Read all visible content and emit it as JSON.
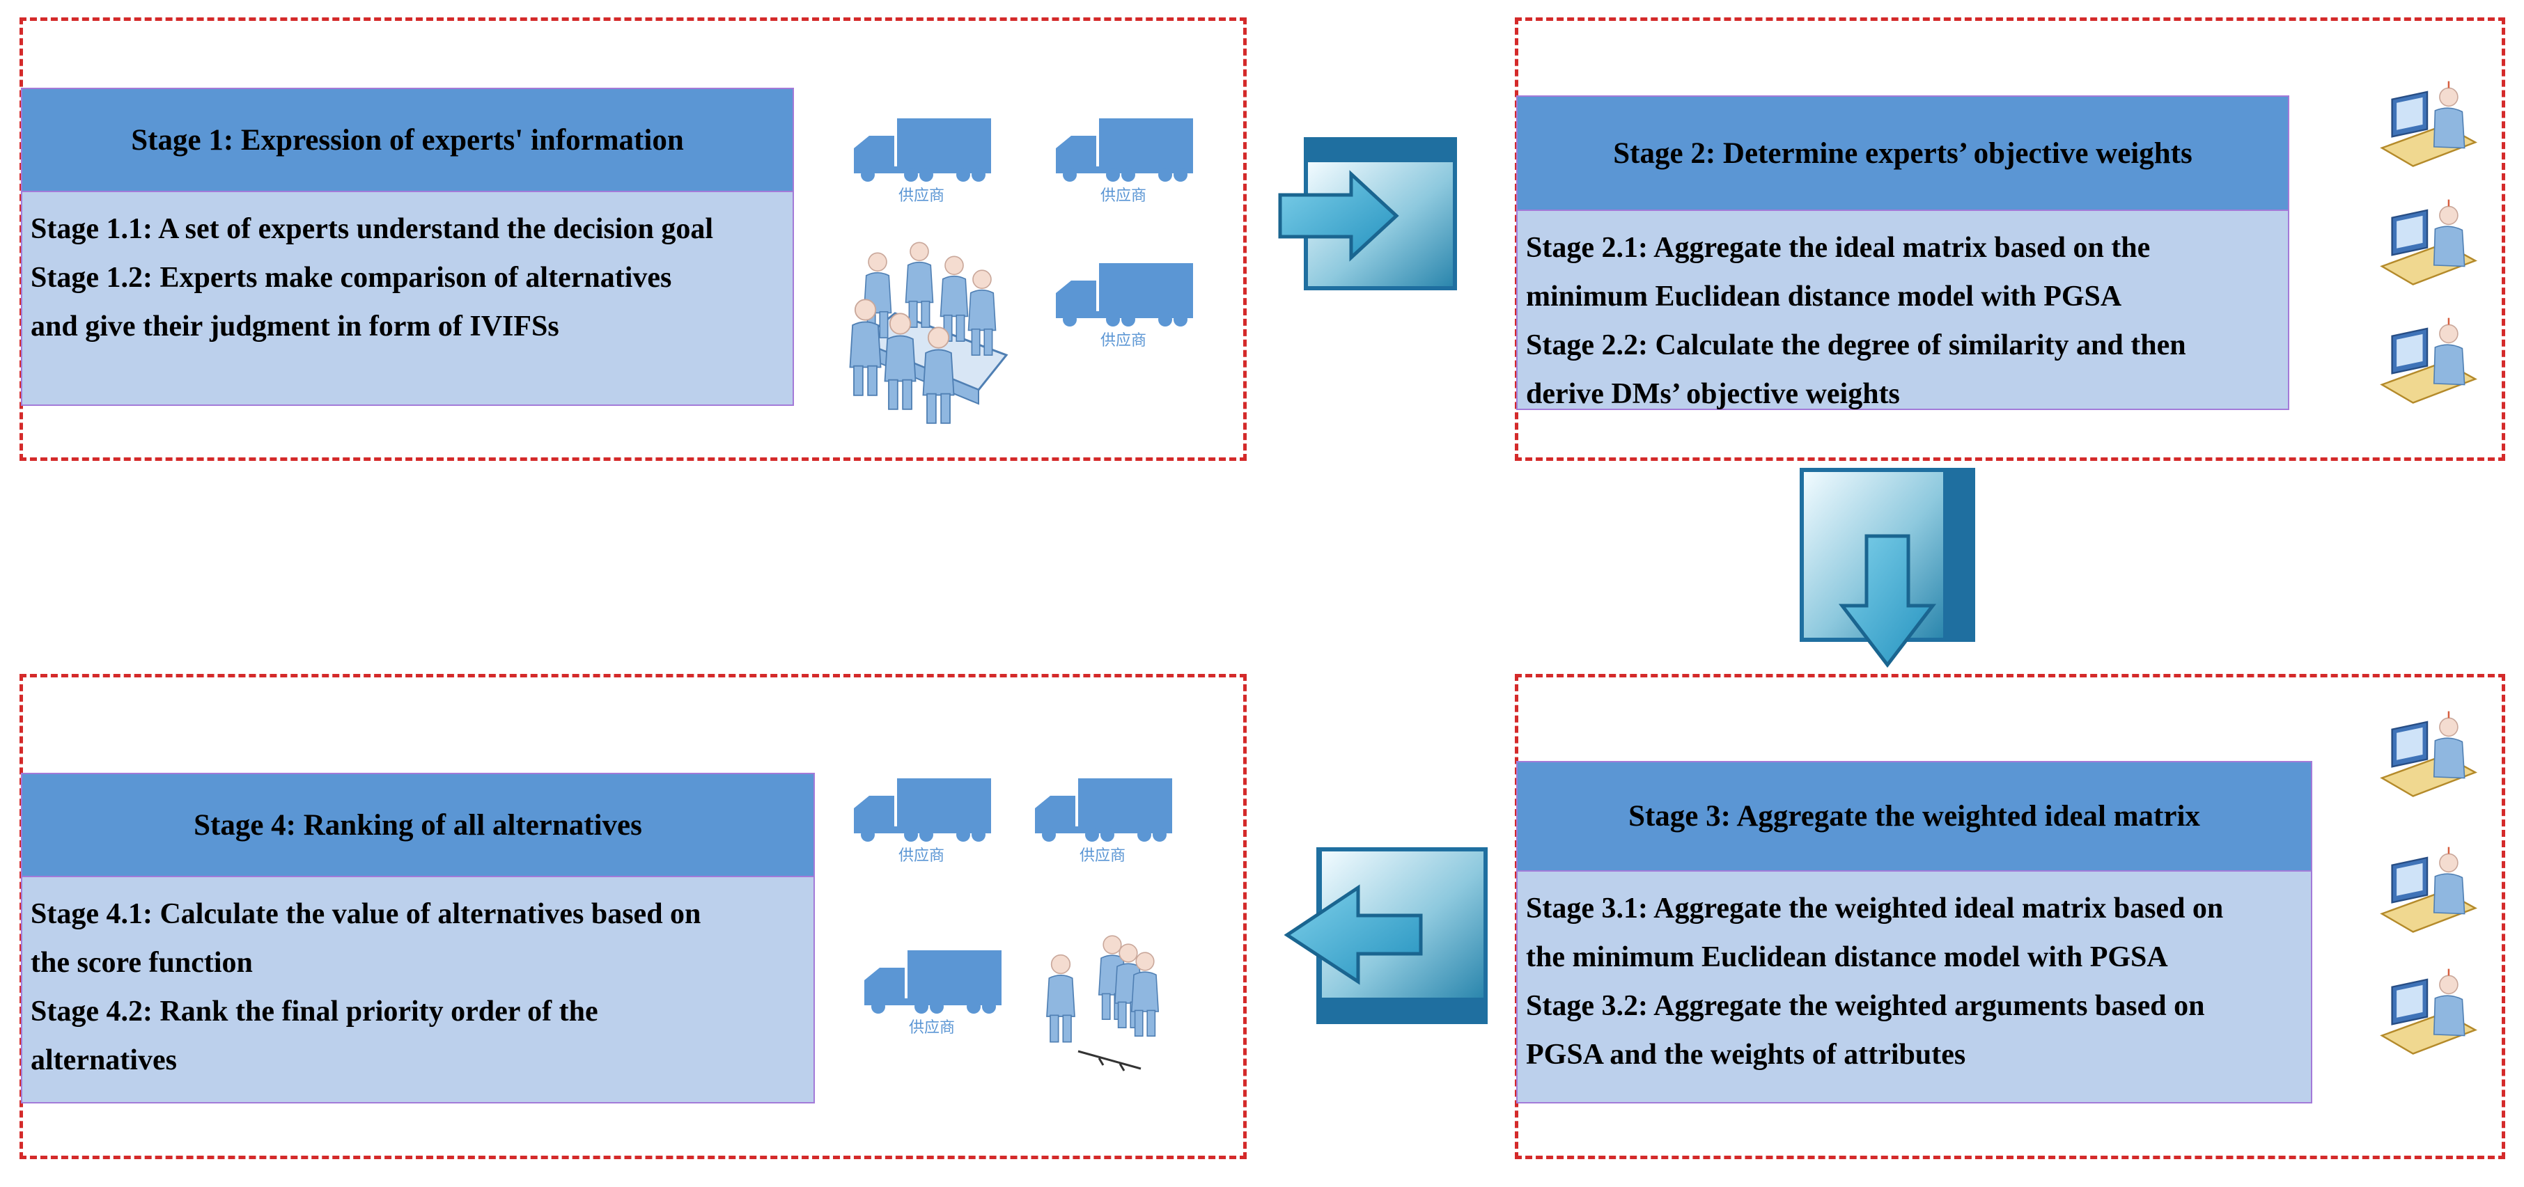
{
  "colors": {
    "frame_border": "#d42a2a",
    "header_bg": "#5b96d4",
    "body_bg": "#bcd0ec",
    "box_border": "#a37ad8",
    "arrow_fill": "#3aa6c9",
    "arrow_panel": "#1f6fa0"
  },
  "stages": [
    {
      "title": "Stage 1: Expression of experts' information",
      "lines": [
        "Stage 1.1: A set of experts understand the decision goal",
        "Stage 1.2: Experts make comparison of alternatives",
        "and give their judgment in form of IVIFSs"
      ]
    },
    {
      "title": "Stage 2: Determine experts’ objective weights",
      "lines": [
        "Stage 2.1: Aggregate the ideal matrix based on the",
        "minimum Euclidean distance model with PGSA",
        "Stage 2.2: Calculate the degree of similarity and then",
        "derive DMs’ objective weights"
      ]
    },
    {
      "title": "Stage 3: Aggregate the weighted ideal matrix",
      "lines": [
        "Stage 3.1: Aggregate the weighted ideal matrix based on",
        "the minimum Euclidean distance model with PGSA",
        "Stage 3.2: Aggregate the weighted arguments based on",
        "PGSA and the weights of attributes"
      ]
    },
    {
      "title": "Stage 4: Ranking of all alternatives",
      "lines": [
        "Stage 4.1: Calculate the value of alternatives based on",
        "the score function",
        "Stage 4.2: Rank the final priority order of the",
        "alternatives"
      ]
    }
  ],
  "icons": {
    "truck": "truck-icon",
    "meeting": "meeting-icon",
    "scientist": "scientist-at-computer-icon",
    "operator": "operator-at-computer-icon",
    "queue": "people-queue-icon",
    "arrow": "arrow-icon"
  },
  "truck_label": "供应商"
}
